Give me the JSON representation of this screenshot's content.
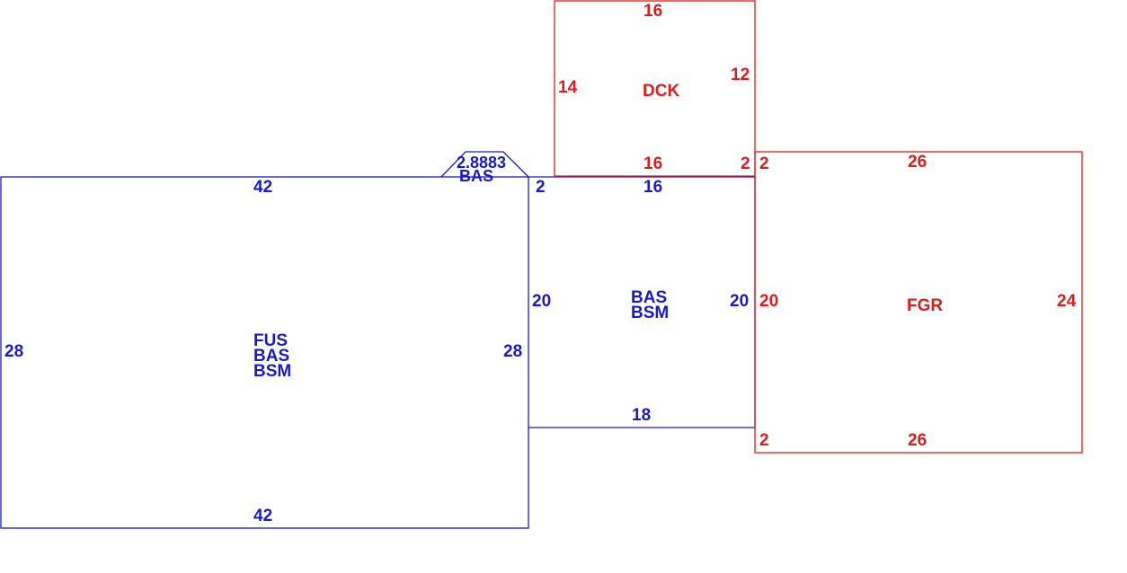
{
  "colors": {
    "living": "#1a1ac8",
    "other": "#dc1e1e"
  },
  "main_block": {
    "top": "42",
    "bottom": "42",
    "left": "28",
    "right": "28",
    "codes": [
      "FUS",
      "BAS",
      "BSM"
    ]
  },
  "bay": {
    "dims": "2.8883",
    "code": "BAS"
  },
  "middle_block": {
    "top_left": "2",
    "top": "16",
    "left": "20",
    "right": "20",
    "bottom": "18",
    "codes": [
      "BAS",
      "BSM"
    ]
  },
  "deck": {
    "top": "16",
    "left": "14",
    "right": "12",
    "bottom": "16",
    "bottom_right": "2",
    "code": "DCK"
  },
  "garage": {
    "top_left": "2",
    "top": "26",
    "left": "20",
    "right": "24",
    "bottom_left": "2",
    "bottom": "26",
    "code": "FGR"
  }
}
